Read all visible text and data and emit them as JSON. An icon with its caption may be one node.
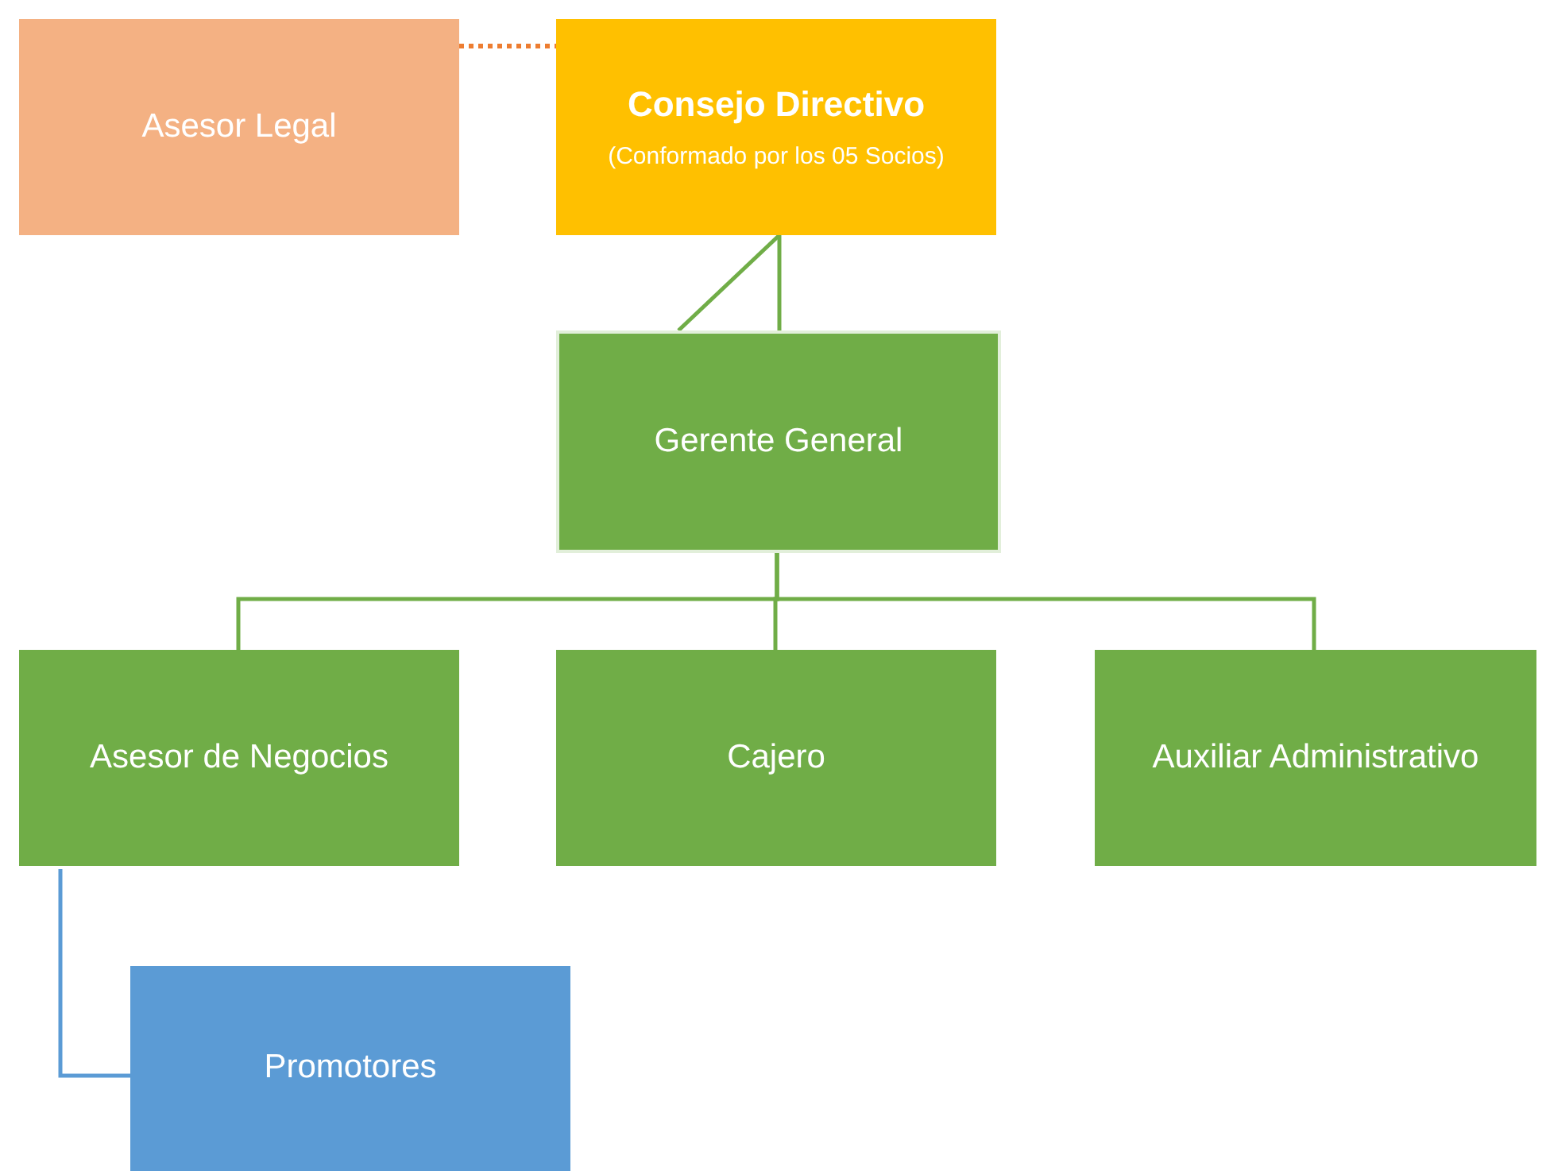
{
  "diagram": {
    "nodes": [
      {
        "text": [
          "Asesor Legal"
        ]
      },
      {
        "text": [
          "Consejo Directivo",
          "(Conformado por los 05 Socios)"
        ]
      },
      {
        "text": [
          "Gerente General"
        ]
      },
      {
        "text": [
          "Asesor de Negocios"
        ]
      },
      {
        "text": [
          "Cajero"
        ]
      },
      {
        "text": [
          "Auxiliar Administrativo"
        ]
      },
      {
        "text": [
          "Promotores"
        ]
      }
    ],
    "edges": [
      {
        "from": 0,
        "to": 1,
        "arrow": "none",
        "style": "dashed",
        "color": "#ed7d31"
      },
      {
        "from": 1,
        "to": 2,
        "arrow": "none"
      },
      {
        "from": 1,
        "to": 2,
        "arrow": "none"
      },
      {
        "from": 2,
        "to": 3,
        "arrow": "none"
      },
      {
        "from": 2,
        "to": 4,
        "arrow": "none"
      },
      {
        "from": 2,
        "to": 5,
        "arrow": "none"
      },
      {
        "from": 3,
        "to": 6,
        "arrow": "none",
        "color": "#5b9bd5"
      }
    ]
  }
}
